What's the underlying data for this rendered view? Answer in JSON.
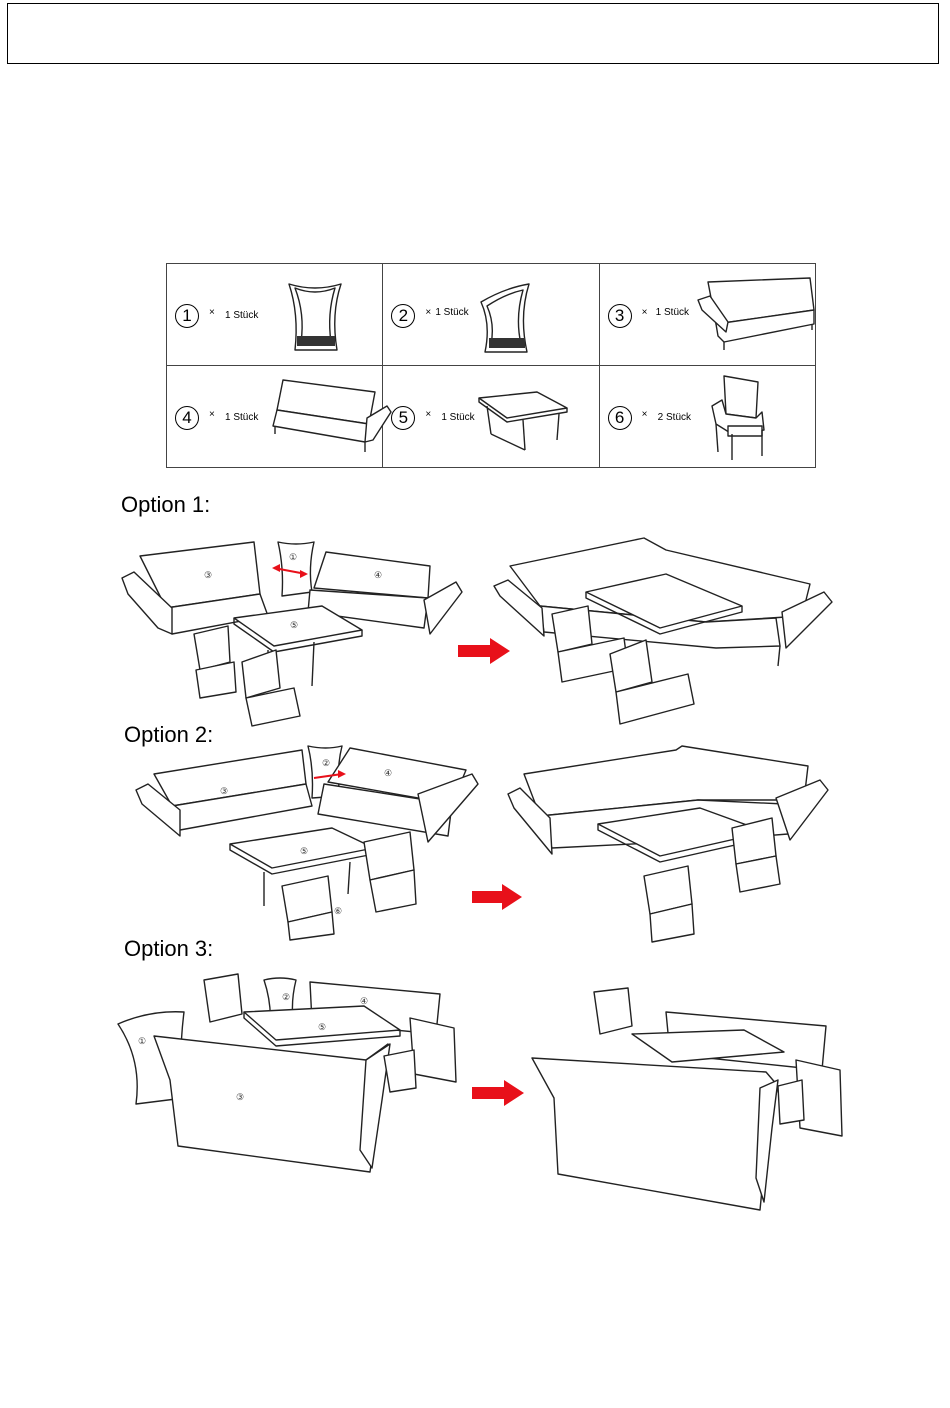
{
  "header": {
    "text": ""
  },
  "parts": [
    {
      "number": "1",
      "times": "×",
      "qty": "1 Stück",
      "icon": "corner-backrest-icon"
    },
    {
      "number": "2",
      "times": "×",
      "qty": "1 Stück",
      "icon": "corner-backrest-icon"
    },
    {
      "number": "3",
      "times": "×",
      "qty": "1 Stück",
      "icon": "sofa-left-arm-icon"
    },
    {
      "number": "4",
      "times": "×",
      "qty": "1 Stück",
      "icon": "sofa-right-arm-icon"
    },
    {
      "number": "5",
      "times": "×",
      "qty": "1 Stück",
      "icon": "table-icon"
    },
    {
      "number": "6",
      "times": "×",
      "qty": "2 Stück",
      "icon": "armchair-icon"
    }
  ],
  "options": [
    {
      "label": "Option 1:",
      "callouts": [
        "③",
        "①",
        "④",
        "⑤"
      ]
    },
    {
      "label": "Option 2:",
      "callouts": [
        "③",
        "②",
        "④",
        "⑤",
        "⑥"
      ]
    },
    {
      "label": "Option 3:",
      "callouts": [
        "②",
        "④",
        "①",
        "⑤",
        "③"
      ]
    }
  ],
  "colors": {
    "arrow": "#e8101a",
    "line": "#222222",
    "border": "#444444"
  }
}
